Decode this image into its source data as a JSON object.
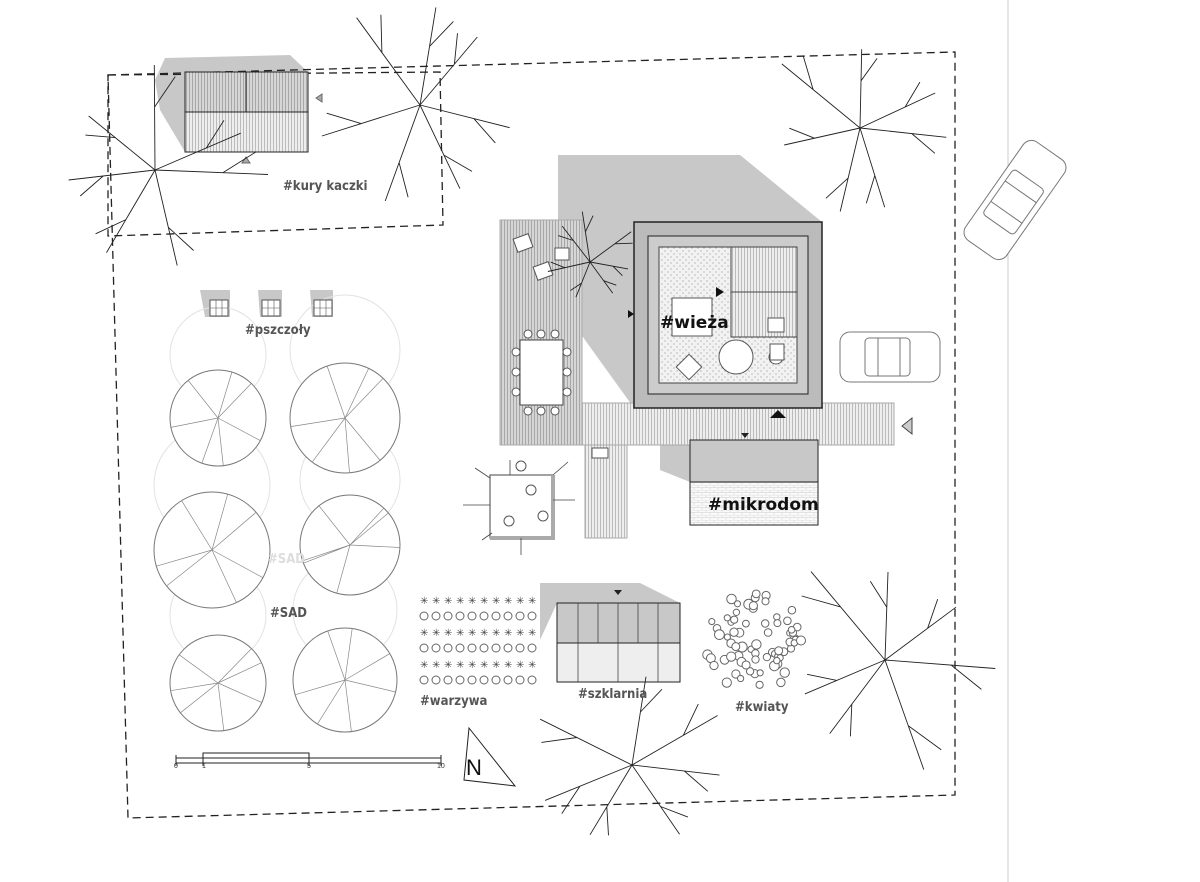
{
  "labels": {
    "poultry": "#kury kaczki",
    "bees": "#pszczoły",
    "tower": "#wieża",
    "microhouse": "#mikrodom",
    "orchard_ghost": "#SAD",
    "orchard": "#SAD",
    "vegetables": "#warzywa",
    "greenhouse": "#szklarnia",
    "flowers": "#kwiaty"
  },
  "scale_bar": {
    "ticks": [
      "0",
      "1",
      "5",
      "10"
    ]
  },
  "north_arrow": "N",
  "colors": {
    "shadow": "#c8c8c8",
    "line": "#222222",
    "ghost": "#dddddd"
  }
}
